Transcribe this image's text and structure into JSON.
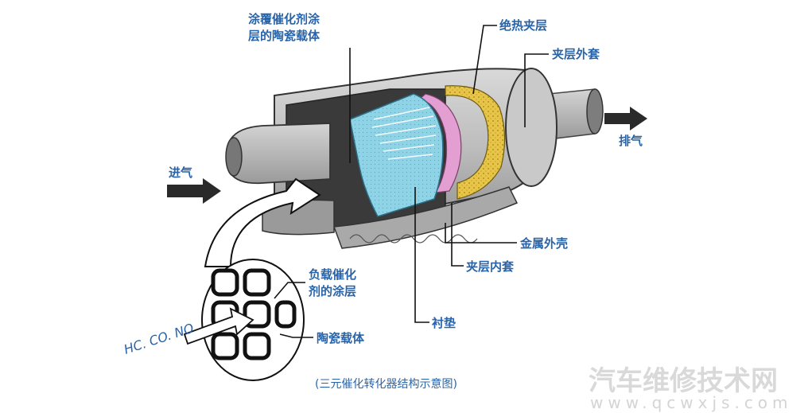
{
  "labels": {
    "coated_substrate_line1": "涂覆催化剂涂",
    "coated_substrate_line2": "层的陶瓷载体",
    "insulation_layer": "绝热夹层",
    "outer_jacket": "夹层外套",
    "exhaust": "排气",
    "intake": "进气",
    "metal_shell": "金属外壳",
    "inner_jacket": "夹层内套",
    "catalyst_coating_line1": "负载催化",
    "catalyst_coating_line2": "剂的涂层",
    "mat": "衬垫",
    "ceramic_substrate": "陶瓷载体",
    "gases": "HC. CO. NO",
    "caption": "(三元催化转化器结构示意图)"
  },
  "watermark": {
    "text": "汽车维修技术网",
    "url": "www.qcwxjs.com"
  },
  "colors": {
    "label_text": "#2a64a8",
    "shell_gray": "#bdbdbd",
    "dark_gray": "#3a3a3a",
    "substrate_blue": "#8fd3e6",
    "mat_pink": "#e49fd2",
    "insulation_yellow": "#e6c548"
  }
}
